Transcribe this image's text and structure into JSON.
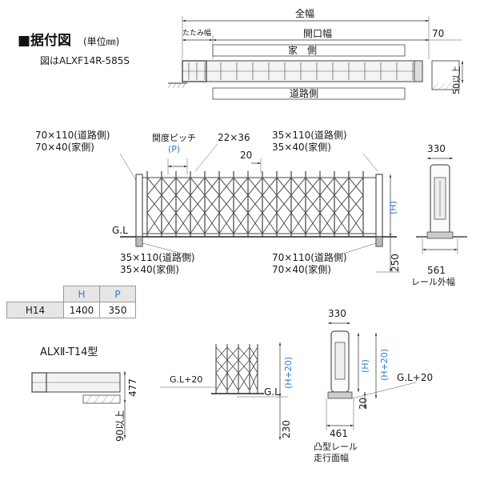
{
  "title": "■据付図",
  "unit": "(単位㎜)",
  "figure_note": "図はALXF14R-585S",
  "top_view": {
    "overall_width": "全幅",
    "folded_width": "たたみ幅",
    "opening_width": "開口幅",
    "dim_70": "70",
    "house_side": "家　側",
    "road_side": "道路側",
    "dim_50_over": "50以上"
  },
  "front_view": {
    "left_post": [
      "70×110(道路側)",
      "70×40(家側)"
    ],
    "pitch_label": "開度ピッチ",
    "pitch_symbol": "(P)",
    "dim_22x36": "22×36",
    "right_post": [
      "35×110(道路側)",
      "35×40(家側)"
    ],
    "dim_20": "20",
    "gl": "G.L",
    "bottom_left_post": [
      "35×110(道路側)",
      "35×40(家側)"
    ],
    "bottom_right_post": [
      "70×110(道路側)",
      "70×40(家側)"
    ],
    "dim_h": "(H)",
    "dim_250": "250"
  },
  "side_view": {
    "dim_330": "330",
    "dim_561": "561",
    "rail_width": "レール外幅"
  },
  "spec_table": {
    "headers": [
      "",
      "H",
      "P"
    ],
    "rows": [
      [
        "H14",
        "1400",
        "350"
      ]
    ]
  },
  "type_label": "ALXⅡ-T14型",
  "type_view": {
    "dim_477": "477",
    "dim_90_over": "90以上",
    "gl_plus_20": "G.L+20",
    "gl": "G.L",
    "dim_230": "230",
    "dim_h_plus_20": "(H+20)",
    "dim_h": "(H)",
    "dim_330": "330",
    "dim_20": "20",
    "gl_plus_20_right": "G.L+20",
    "dim_461": "461",
    "rail_label": "凸型レール",
    "rail_surface": "走行面幅"
  }
}
